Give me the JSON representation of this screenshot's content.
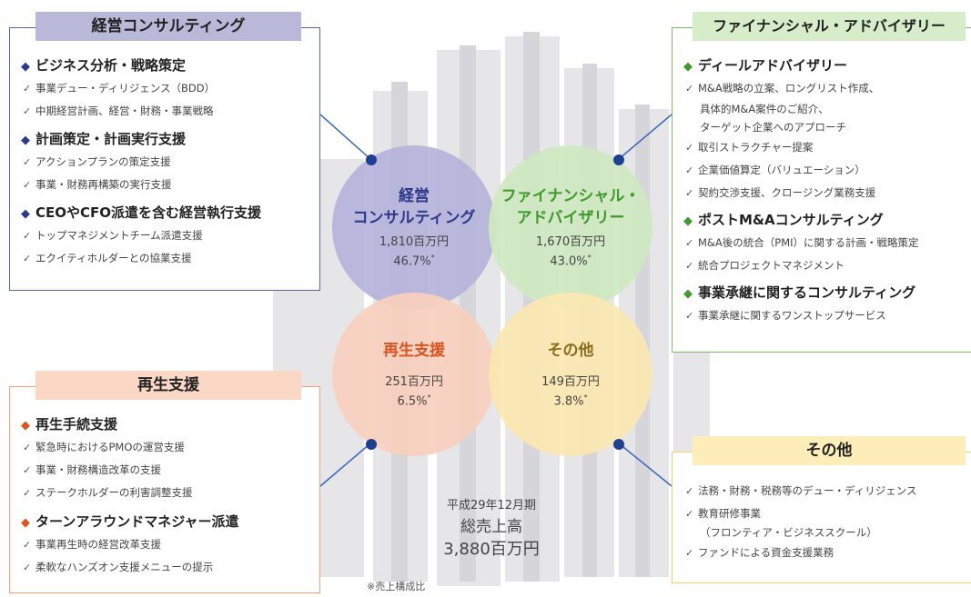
{
  "management": {
    "title": "経営コンサルティング",
    "color": "#b9b8d8",
    "sections": [
      {
        "heading": "ビジネス分析・戦略策定",
        "items": [
          "事業デュー・ディリジェンス（BDD）",
          "中期経営計画、経営・財務・事業戦略"
        ]
      },
      {
        "heading": "計画策定・計画実行支援",
        "items": [
          "アクションプランの策定支援",
          "事業・財務再構築の実行支援"
        ]
      },
      {
        "heading": "CEOやCFO派遣を含む経営執行支援",
        "items": [
          "トップマネジメントチーム派遣支援",
          "エクイティホルダーとの協業支援"
        ]
      }
    ]
  },
  "financial": {
    "title": "ファイナンシャル・アドバイザリー",
    "color": "#d7ecc9",
    "sections": [
      {
        "heading": "ディールアドバイザリー",
        "items": [
          "M&A戦略の立案、ロングリスト作成、",
          "具体的M&A案件のご紹介、",
          "ターゲット企業へのアプローチ",
          "取引ストラクチャー提案",
          "企業価値算定（バリュエーション）",
          "契約交渉支援、クロージング業務支援"
        ]
      },
      {
        "heading": "ポストM&Aコンサルティング",
        "items": [
          "M&A後の統合（PMI）に関する計画・戦略策定",
          "統合プロジェクトマネジメント"
        ]
      },
      {
        "heading": "事業承継に関するコンサルティング",
        "items": [
          "事業承継に関するワンストップサービス"
        ]
      }
    ]
  },
  "turnaround": {
    "title": "再生支援",
    "color": "#fbd7c6",
    "sections": [
      {
        "heading": "再生手続支援",
        "items": [
          "緊急時におけるPMOの運営支援",
          "事業・財務構造改革の支援",
          "ステークホルダーの利害調整支援"
        ]
      },
      {
        "heading": "ターンアラウンドマネジャー派遣",
        "items": [
          "事業再生時の経営改革支援",
          "柔軟なハンズオン支援メニューの提示"
        ]
      }
    ]
  },
  "other": {
    "title": "その他",
    "color": "#fdedb8",
    "items": [
      "法務・財務・税務等のデュー・ディリジェンス",
      "教育研修事業",
      "（フロンティア・ビジネススクール）",
      "ファンドによる資金支援業務"
    ]
  },
  "circles": [
    {
      "line1": "経営",
      "line2": "コンサルティング",
      "value": "1,810百万円",
      "pct": "46.7%",
      "mark": "*",
      "color": "#b5b3da",
      "text_color": "#2d3a8c"
    },
    {
      "line1": "ファイナンシャル・",
      "line2": "アドバイザリー",
      "value": "1,670百万円",
      "pct": "43.0%",
      "mark": "*",
      "color": "#cfe8c1",
      "text_color": "#3e9a2a"
    },
    {
      "line1": "再生支援",
      "line2": "",
      "value": "251百万円",
      "pct": "6.5%",
      "mark": "*",
      "color": "#f9cfbd",
      "text_color": "#d9531e"
    },
    {
      "line1": "その他",
      "line2": "",
      "value": "149百万円",
      "pct": "3.8%",
      "mark": "*",
      "color": "#fbe7b1",
      "text_color": "#8a6d1c"
    }
  ],
  "total": {
    "period": "平成29年12月期",
    "label": "総売上高",
    "amount": "3,880百万円",
    "note": "※売上構成比"
  }
}
